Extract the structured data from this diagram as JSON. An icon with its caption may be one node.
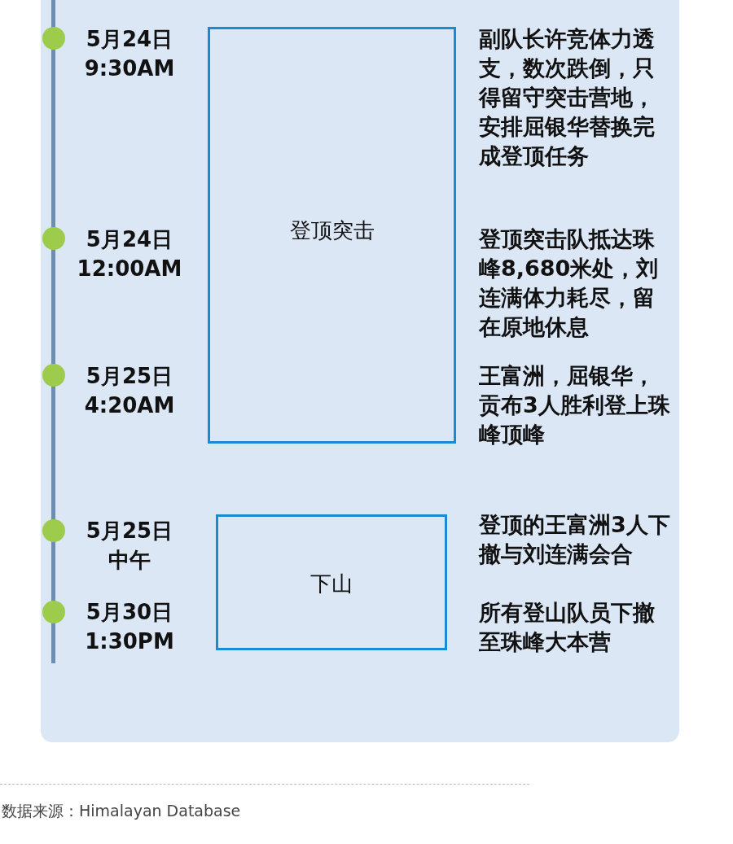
{
  "diagram": {
    "nodes": [
      {
        "text": [],
        "shape": "box"
      },
      {
        "text": [],
        "shape": "circle",
        "in": 0,
        "beside": [
          "5月24日 9:30AM"
        ]
      },
      {
        "text": [
          "登顶突击"
        ],
        "in": 0
      },
      {
        "text": [],
        "shape": "circle",
        "in": 0,
        "beside": [
          "5月24日 12:00AM"
        ]
      },
      {
        "text": [],
        "shape": "circle",
        "in": 0,
        "beside": [
          "5月25日 4:20AM"
        ]
      },
      {
        "text": [
          "下山"
        ],
        "in": 0
      },
      {
        "text": [],
        "shape": "circle",
        "in": 0,
        "beside": [
          "5月25日中午"
        ]
      },
      {
        "text": [],
        "shape": "circle",
        "in": 0,
        "beside": [
          "5月30日 1:30PM"
        ]
      }
    ],
    "edges": [],
    "labels": [
      "副队长许竞体力透支，数次跌倒，只得留守突击营地，安排屈银华替换完成登顶任务",
      "登顶突击队抵达珠峰8,680米处，刘连满体力耗尽，留在原地休息",
      "王富洲，屈银华，贡布3人胜利登上珠峰顶峰",
      "登顶的王富洲3人下撤与刘连满会合",
      "所有登山队员下撤至珠峰大本营",
      "数据来源：Himalayan Database"
    ]
  }
}
